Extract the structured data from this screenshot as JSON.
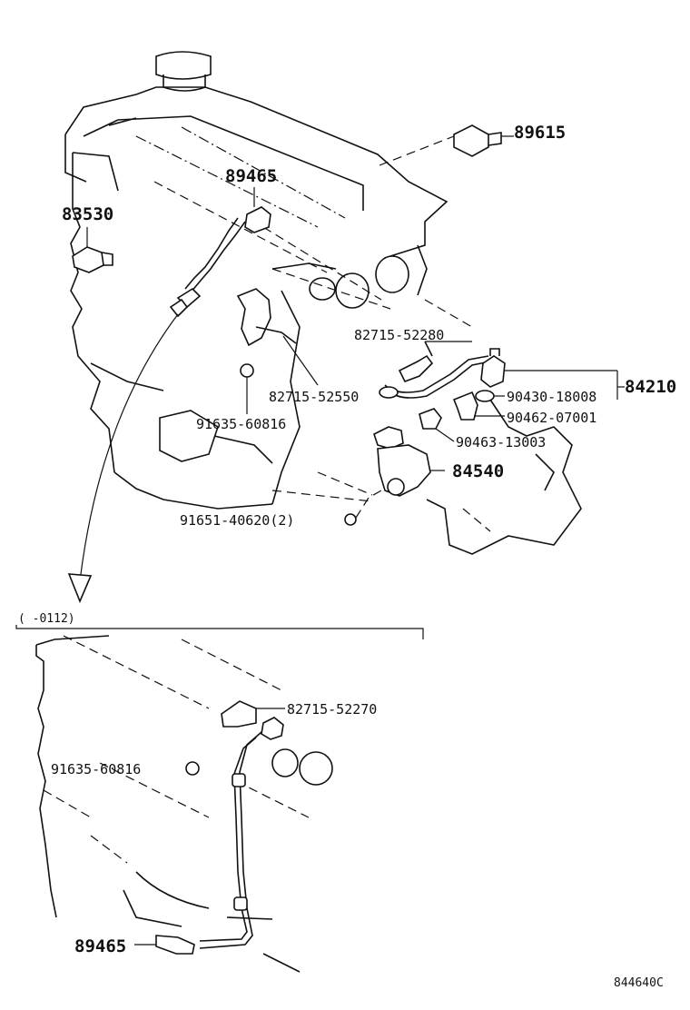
{
  "parts": {
    "p89615": "89615",
    "p89465_top": "89465",
    "p83530": "83530",
    "p82715_52280": "82715-52280",
    "p84210": "84210",
    "p82715_52550": "82715-52550",
    "p90430_18008": "90430-18008",
    "p91635_60816_top": "91635-60816",
    "p90462_07001": "90462-07001",
    "p90463_13003": "90463-13003",
    "p84540": "84540",
    "p91651_40620": "91651-40620(2)",
    "p82715_52270": "82715-52270",
    "p91635_60816_bottom": "91635-60816",
    "p89465_bottom": "89465"
  },
  "section_note": "(      -0112)",
  "figure_code": "844640C",
  "colors": {
    "line": "#111111",
    "background": "#ffffff"
  }
}
